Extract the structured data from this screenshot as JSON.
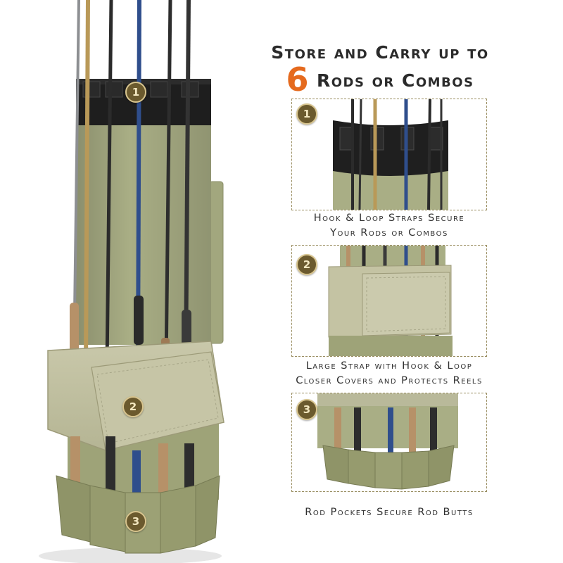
{
  "headline": {
    "line1": "Store and Carry up to",
    "number": "6",
    "line2": "Rods or Combos"
  },
  "features": [
    {
      "number": "1",
      "caption_line1": "Hook & Loop Straps Secure",
      "caption_line2": "Your Rods or Combos"
    },
    {
      "number": "2",
      "caption_line1": "Large Strap with Hook & Loop",
      "caption_line2": "Closer Covers and Protects Reels"
    },
    {
      "number": "3",
      "caption_line1": "Rod Pockets Secure Rod Butts",
      "caption_line2": ""
    }
  ],
  "colors": {
    "accent_orange": "#e56a1e",
    "bag_green": "#a9ae85",
    "badge_brown": "#6b5a2e",
    "collar_black": "#1e1e1e",
    "panel_border": "#9b8f63"
  }
}
